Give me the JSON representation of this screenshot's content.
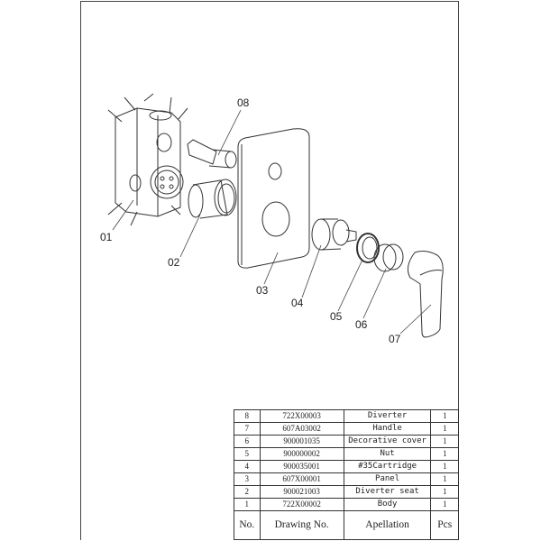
{
  "callouts": [
    "01",
    "02",
    "03",
    "04",
    "05",
    "06",
    "07",
    "08"
  ],
  "table": {
    "headers": [
      "No.",
      "Drawing No.",
      "Apellation",
      "Pcs"
    ],
    "rows": [
      {
        "no": "8",
        "drawing": "722X00003",
        "name": "Diverter",
        "pcs": "1"
      },
      {
        "no": "7",
        "drawing": "607A03002",
        "name": "Handle",
        "pcs": "1"
      },
      {
        "no": "6",
        "drawing": "900001035",
        "name": "Decorative cover",
        "pcs": "1"
      },
      {
        "no": "5",
        "drawing": "900000002",
        "name": "Nut",
        "pcs": "1"
      },
      {
        "no": "4",
        "drawing": "900035001",
        "name": "#35Cartridge",
        "pcs": "1"
      },
      {
        "no": "3",
        "drawing": "607X00001",
        "name": "Panel",
        "pcs": "1"
      },
      {
        "no": "2",
        "drawing": "900021003",
        "name": "Diverter seat",
        "pcs": "1"
      },
      {
        "no": "1",
        "drawing": "722X00002",
        "name": "Body",
        "pcs": "1"
      }
    ]
  }
}
